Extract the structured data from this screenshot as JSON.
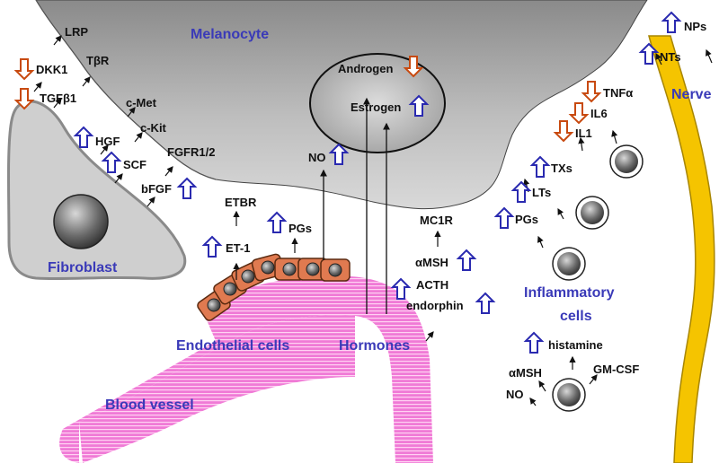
{
  "colors": {
    "melanocyte": "#9a9a9a",
    "fibroblast": "#cfcfcf",
    "vessel": "#f07ad6",
    "nerve": "#f5c400",
    "endothelial": "#e07a50",
    "label_blue": "#3a3ab8",
    "up_arrow": "#2a2ab0",
    "down_arrow": "#c84a10"
  },
  "regions": {
    "melanocyte": "Melanocyte",
    "fibroblast": "Fibroblast",
    "endothelial": "Endothelial cells",
    "blood_vessel": "Blood vessel",
    "hormones": "Hormones",
    "inflammatory_1": "Inflammatory",
    "inflammatory_2": "cells",
    "nerve": "Nerve"
  },
  "labels": {
    "lrp": "LRP",
    "tbr": "TβR",
    "dkk1": "DKK1",
    "tgfb1": "TGFβ1",
    "cmet": "c-Met",
    "ckit": "c-Kit",
    "hgf": "HGF",
    "scf": "SCF",
    "fgfr": "FGFR1/2",
    "bfgf": "bFGF",
    "etbr": "ETBR",
    "et1": "ET-1",
    "pgs_endo": "PGs",
    "no_center": "NO",
    "androgen": "Androgen",
    "estrogen": "Estrogen",
    "mc1r": "MC1R",
    "amsh_hormone": "αMSH",
    "acth": "ACTH",
    "endorphin": "endorphin",
    "tnfa": "TNFα",
    "il6": "IL6",
    "il1": "IL1",
    "txs": "TXs",
    "lts": "LTs",
    "pgs_infl": "PGs",
    "histamine": "histamine",
    "amsh_infl": "αMSH",
    "gmcsf": "GM-CSF",
    "no_infl": "NO",
    "nps": "NPs",
    "nts": "NTs"
  },
  "arrows": {
    "up": "up-arrow-icon",
    "down": "down-arrow-icon",
    "pointer": "pointer-arrow-icon"
  }
}
